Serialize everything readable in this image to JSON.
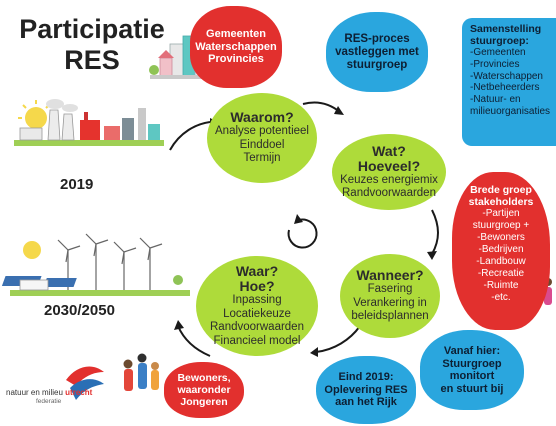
{
  "title": {
    "line1": "Participatie",
    "line2": "RES"
  },
  "labels": {
    "year_start": "2019",
    "year_end": "2030/2050"
  },
  "steps": {
    "waarom": {
      "heading": "Waarom?",
      "lines": [
        "Analyse potentieel",
        "Einddoel",
        "Termijn"
      ]
    },
    "wat": {
      "heading1": "Wat?",
      "heading2": "Hoeveel?",
      "lines": [
        "Keuzes energiemix",
        "Randvoorwaarden"
      ]
    },
    "wanneer": {
      "heading": "Wanneer?",
      "lines": [
        "Fasering",
        "Verankering in",
        "beleidsplannen"
      ]
    },
    "waar": {
      "heading1": "Waar?",
      "heading2": "Hoe?",
      "lines": [
        "Inpassing",
        "Locatiekeuze",
        "Randvoorwaarden",
        "Financieel model"
      ]
    }
  },
  "bubbles": {
    "gemeenten": [
      "Gemeenten",
      "Waterschappen",
      "Provincies"
    ],
    "res_proces": [
      "RES-proces",
      "vastleggen met",
      "stuurgroep"
    ],
    "samenstelling": {
      "title": [
        "Samenstelling",
        "stuurgroep:"
      ],
      "items": [
        "-Gemeenten",
        "-Provincies",
        "-Waterschappen",
        "-Netbeheerders",
        "-Natuur- en",
        "milieuorganisaties"
      ]
    },
    "brede_groep": {
      "title": [
        "Brede groep",
        "stakeholders"
      ],
      "items": [
        "-Partijen",
        "stuurgroep +",
        "-Bewoners",
        "-Bedrijven",
        "-Landbouw",
        "-Recreatie",
        "-Ruimte",
        "-etc."
      ]
    },
    "vanaf_hier": [
      "Vanaf hier:",
      "Stuurgroep",
      "monitort",
      "en stuurt bij"
    ],
    "eind_2019": [
      "Eind 2019:",
      "Oplevering RES",
      "aan het Rijk"
    ],
    "bewoners": [
      "Bewoners,",
      "waaronder",
      "Jongeren"
    ]
  },
  "logo": {
    "text1": "natuur en milieu",
    "text2": "utrecht",
    "sub": "federatie"
  },
  "colors": {
    "green": "#aedb3a",
    "red": "#e2302e",
    "blue": "#2aa6de",
    "text": "#222222"
  }
}
